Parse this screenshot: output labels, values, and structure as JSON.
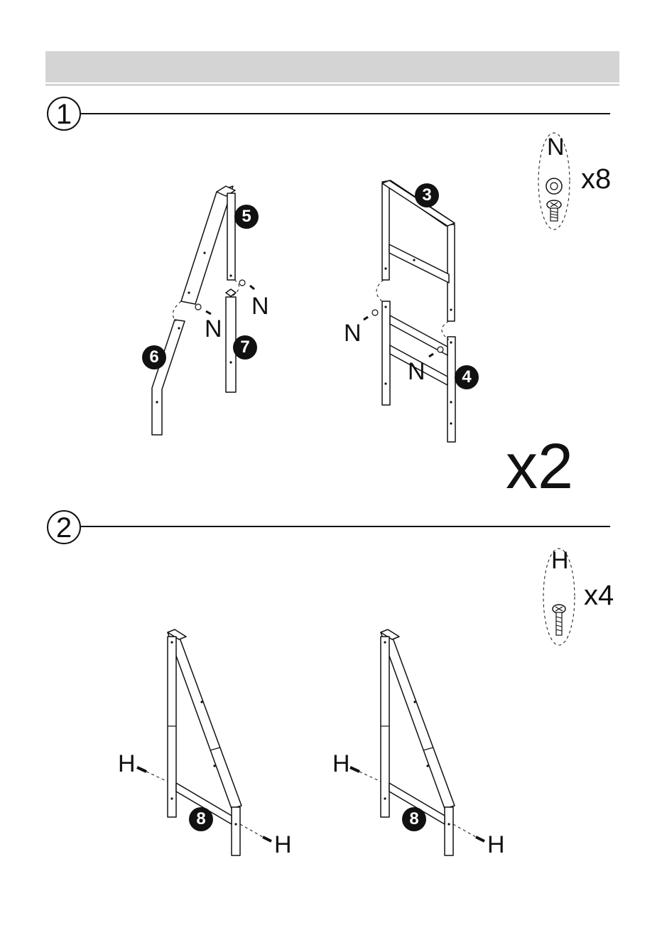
{
  "steps": [
    {
      "number": "1",
      "hardware": {
        "code": "N",
        "quantity": "x8"
      },
      "repeat": "x2",
      "callouts": [
        "N",
        "N",
        "N",
        "N"
      ],
      "parts": [
        "5",
        "6",
        "7",
        "3",
        "4"
      ]
    },
    {
      "number": "2",
      "hardware": {
        "code": "H",
        "quantity": "x4"
      },
      "callouts": [
        "H",
        "H",
        "H",
        "H"
      ],
      "parts": [
        "8",
        "8"
      ]
    }
  ]
}
